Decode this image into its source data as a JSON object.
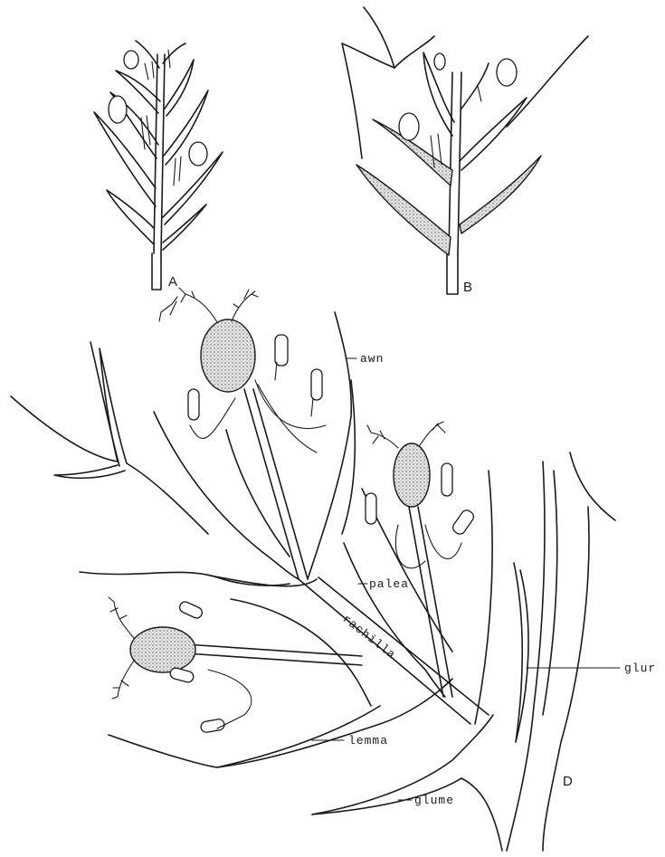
{
  "panel_labels": {
    "a": "A",
    "b": "B",
    "d": "D"
  },
  "labels": {
    "awn": "awn",
    "palea": "palea",
    "rachilla": "rachilla",
    "glume_right": "glur",
    "lemma": "lemma",
    "glume": "glume"
  }
}
